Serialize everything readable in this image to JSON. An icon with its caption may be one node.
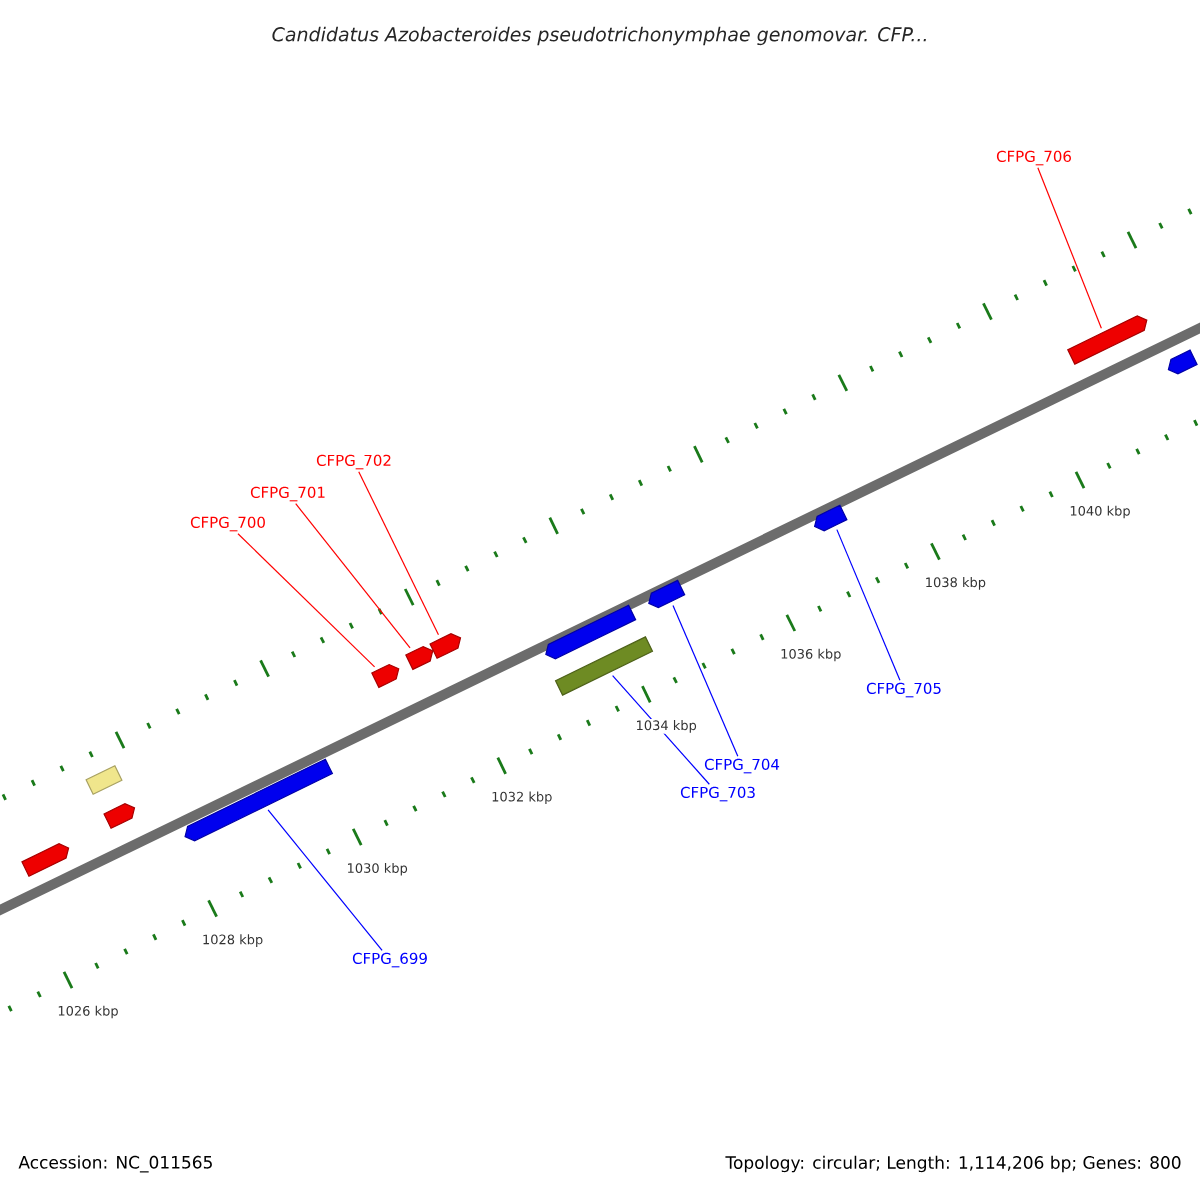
{
  "diagram": {
    "title": "Candidatus Azobacteroides pseudotrichonymphae genomovar. CFP...",
    "nodes": [
      {
        "text": [
          "CFPG_706"
        ]
      },
      {
        "text": [],
        "shape": "arrow"
      },
      {
        "text": [],
        "shape": "arrow"
      },
      {
        "text": [
          "CFPG_702"
        ]
      },
      {
        "text": [
          "CFPG_701"
        ]
      },
      {
        "text": [
          "CFPG_700"
        ]
      },
      {
        "text": [],
        "shape": "arrow"
      },
      {
        "text": [],
        "shape": "arrow"
      },
      {
        "text": [],
        "shape": "arrow"
      },
      {
        "text": [],
        "shape": "arrow"
      },
      {
        "text": [],
        "shape": "arrow"
      },
      {
        "text": [],
        "shape": "arrow"
      },
      {
        "text": [],
        "shape": "box"
      },
      {
        "text": [
          "CFPG_705"
        ]
      },
      {
        "text": [
          "CFPG_704"
        ]
      },
      {
        "text": [],
        "shape": "box"
      },
      {
        "text": [
          "CFPG_703"
        ]
      },
      {
        "text": [],
        "shape": "arrow"
      },
      {
        "text": [],
        "shape": "arrow"
      },
      {
        "text": [],
        "shape": "arrow"
      },
      {
        "text": [
          "CFPG_699"
        ]
      }
    ],
    "edges": [
      {
        "from": 0,
        "to": 1,
        "arrow": "none",
        "color": "#ff0000"
      },
      {
        "from": 3,
        "to": 8,
        "arrow": "none",
        "color": "#ff0000"
      },
      {
        "from": 4,
        "to": 9,
        "arrow": "none",
        "color": "#ff0000"
      },
      {
        "from": 5,
        "to": 11,
        "arrow": "none",
        "color": "#ff0000"
      },
      {
        "from": 13,
        "to": 6,
        "arrow": "none",
        "color": "#0000ff"
      },
      {
        "from": 14,
        "to": 7,
        "arrow": "none",
        "color": "#0000ff"
      },
      {
        "from": 16,
        "to": 12,
        "arrow": "none",
        "color": "#0000ff"
      },
      {
        "from": 20,
        "to": 17,
        "arrow": "none",
        "color": "#0000ff"
      }
    ],
    "labels": [
      "1040 kbp",
      "1038 kbp",
      "1036 kbp",
      "1034 kbp",
      "1032 kbp",
      "1030 kbp",
      "1028 kbp",
      "1026 kbp",
      "Accession: NC_011565",
      "Topology: circular; Length: 1,114,206 bp; Genes: 800"
    ]
  }
}
